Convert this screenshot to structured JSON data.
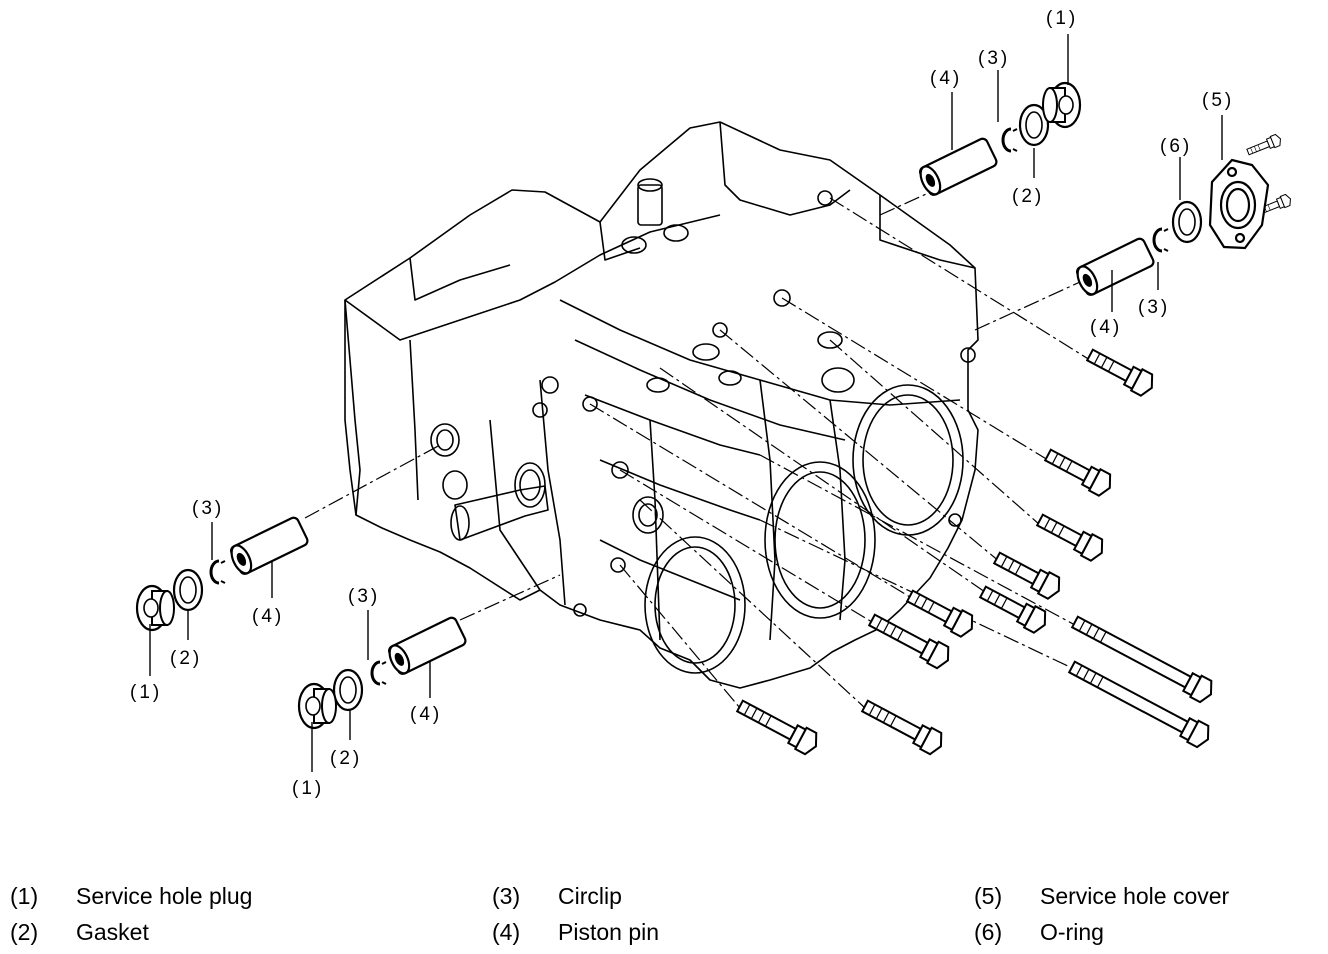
{
  "callouts": {
    "c1_top": "(1)",
    "c1_left": "(1)",
    "c1_bottom": "(1)",
    "c2_top": "(2)",
    "c2_left": "(2)",
    "c2_bottom": "(2)",
    "c3_top": "(3)",
    "c3_right": "(3)",
    "c3_left": "(3)",
    "c3_bottom": "(3)",
    "c4_top": "(4)",
    "c4_right": "(4)",
    "c4_left": "(4)",
    "c4_bottom": "(4)",
    "c5_top": "(5)",
    "c6_top": "(6)"
  },
  "legend": [
    {
      "num": "(1)",
      "label": "Service hole plug"
    },
    {
      "num": "(2)",
      "label": "Gasket"
    },
    {
      "num": "(3)",
      "label": "Circlip"
    },
    {
      "num": "(4)",
      "label": "Piston pin"
    },
    {
      "num": "(5)",
      "label": "Service hole cover"
    },
    {
      "num": "(6)",
      "label": "O-ring"
    }
  ]
}
